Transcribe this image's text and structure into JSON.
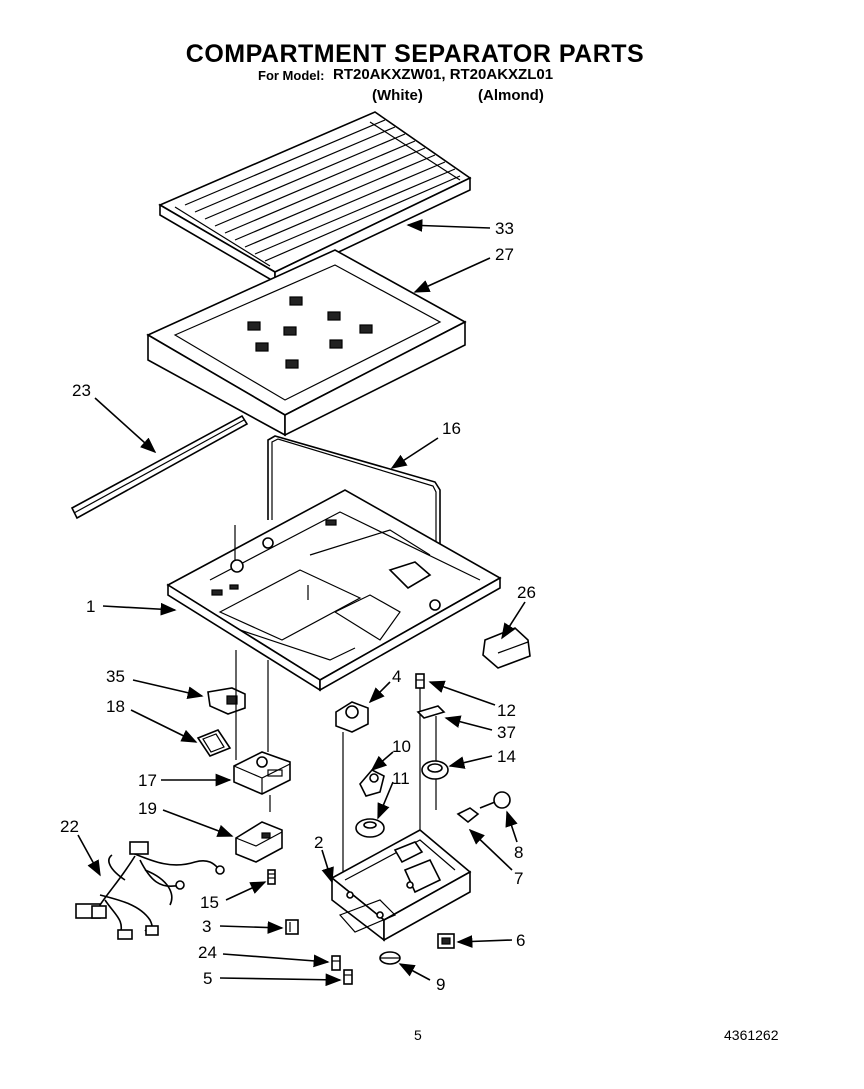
{
  "header": {
    "title": "COMPARTMENT SEPARATOR PARTS",
    "model_prefix": "For Model:",
    "models": "RT20AKXZW01, RT20AKXZL01",
    "color_white": "(White)",
    "color_almond": "(Almond)"
  },
  "callouts": {
    "c33": "33",
    "c27": "27",
    "c23": "23",
    "c16": "16",
    "c1": "1",
    "c26": "26",
    "c35": "35",
    "c4": "4",
    "c12": "12",
    "c18": "18",
    "c37": "37",
    "c10": "10",
    "c14": "14",
    "c17": "17",
    "c11": "11",
    "c19": "19",
    "c8": "8",
    "c22": "22",
    "c2": "2",
    "c7": "7",
    "c15": "15",
    "c3": "3",
    "c6": "6",
    "c24": "24",
    "c5": "5",
    "c9": "9"
  },
  "footer": {
    "page_number": "5",
    "doc_number": "4361262"
  }
}
